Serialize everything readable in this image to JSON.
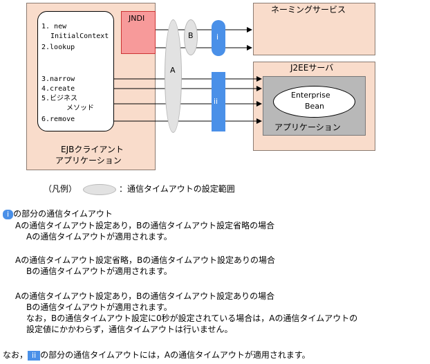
{
  "client": {
    "label_line1": "EJBクライアント",
    "label_line2": "アプリケーション",
    "steps": [
      "1. new",
      "InitialContext",
      "2.lookup",
      "3.narrow",
      "4.create",
      "5.ビジネス",
      "メソッド",
      "6.remove"
    ]
  },
  "jndi": {
    "label": "JNDI"
  },
  "oval_a": {
    "label": "A"
  },
  "oval_b": {
    "label": "B"
  },
  "pill_i": {
    "label": "i"
  },
  "pill_ii": {
    "label": "ii"
  },
  "naming": {
    "label": "ネーミングサービス"
  },
  "server": {
    "label": "J2EEサーバ",
    "app_label": "アプリケーション",
    "bean_line1": "Enterprise",
    "bean_line2": "Bean"
  },
  "legend": {
    "prefix": "（凡例）",
    "text": "：通信タイムアウトの設定範囲"
  },
  "notes": {
    "i_badge": "i",
    "i_heading": "の部分の通信タイムアウト",
    "case1_line1": "Aの通信タイムアウト設定あり，Bの通信タイムアウト設定省略の場合",
    "case1_line2": "Aの通信タイムアウトが適用されます。",
    "case2_line1": "Aの通信タイムアウト設定省略，Bの通信タイムアウト設定ありの場合",
    "case2_line2": "Bの通信タイムアウトが適用されます。",
    "case3_line1": "Aの通信タイムアウト設定あり，Bの通信タイムアウト設定ありの場合",
    "case3_line2": "Bの通信タイムアウトが適用されます。",
    "case3_line3": "なお，Bの通信タイムアウト設定に0秒が設定されている場合は，Aの通信タイムアウトの",
    "case3_line4": "設定値にかかわらず，通信タイムアウトは行いません。",
    "ii_prefix": "なお，",
    "ii_badge": "ii",
    "ii_text": "の部分の通信タイムアウトには，Aの通信タイムアウトが適用されます。"
  }
}
